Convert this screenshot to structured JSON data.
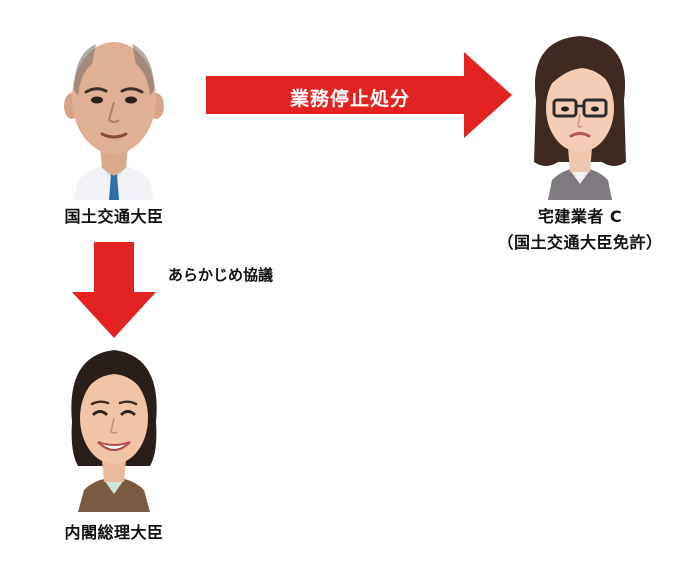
{
  "actors": {
    "minister_land": {
      "label": "国土交通大臣"
    },
    "broker": {
      "label_line1": "宅建業者 C",
      "label_line2": "（国土交通大臣免許）"
    },
    "prime_minister": {
      "label": "内閣総理大臣"
    }
  },
  "arrows": {
    "suspension": {
      "label": "業務停止処分",
      "color": "#e32322"
    },
    "consultation": {
      "label": "あらかじめ協議",
      "color": "#e32322"
    }
  }
}
